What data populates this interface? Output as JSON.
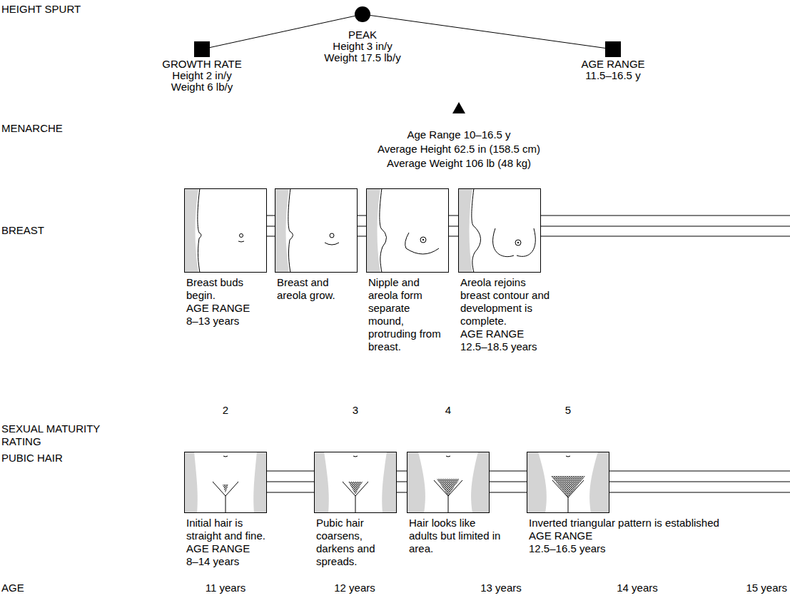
{
  "diagram": {
    "nodes": [
      {
        "text": [
          "GROWTH RATE",
          "Height 2 in/y",
          "Weight 6 lb/y"
        ]
      },
      {
        "text": [
          "PEAK",
          "Height 3 in/y",
          "Weight 17.5 lb/y"
        ]
      },
      {
        "text": [
          "AGE RANGE",
          "11.5–16.5 y"
        ]
      },
      {
        "text": [
          "Age Range 10–16.5 y",
          "Average Height 62.5 in (158.5 cm)",
          "Average Weight 106 lb (48 kg)"
        ]
      },
      {
        "text": [
          "Breast buds begin.",
          "AGE RANGE",
          "8–13 years"
        ]
      },
      {
        "text": [
          "Breast and areola grow."
        ]
      },
      {
        "text": [
          "Nipple and areola form separate mound, protruding from breast."
        ]
      },
      {
        "text": [
          "Areola rejoins breast contour and development is complete.",
          "AGE RANGE",
          "12.5–18.5 years"
        ]
      },
      {
        "text": [
          "Initial hair is straight and fine.",
          "AGE RANGE",
          "8–14 years"
        ]
      },
      {
        "text": [
          "Pubic hair coarsens, darkens and spreads."
        ]
      },
      {
        "text": [
          "Hair looks like adults but limited in area."
        ]
      },
      {
        "text": [
          "Inverted triangular pattern is established",
          "AGE RANGE",
          "12.5–16.5 years"
        ]
      }
    ],
    "edges": [
      {
        "from": 0,
        "to": 1,
        "arrow": "none"
      },
      {
        "from": 1,
        "to": 2,
        "arrow": "none"
      },
      {
        "from": 4,
        "to": 5,
        "arrow": "none"
      },
      {
        "from": 5,
        "to": 6,
        "arrow": "none"
      },
      {
        "from": 6,
        "to": 7,
        "arrow": "none"
      },
      {
        "from": 8,
        "to": 9,
        "arrow": "none"
      },
      {
        "from": 9,
        "to": 10,
        "arrow": "none"
      },
      {
        "from": 10,
        "to": 11,
        "arrow": "none"
      }
    ],
    "labels": [
      "HEIGHT SPURT",
      "MENARCHE",
      "BREAST",
      "SEXUAL MATURITY RATING",
      "PUBIC HAIR",
      "2",
      "3",
      "4",
      "5",
      "AGE",
      "11 years",
      "12 years",
      "13 years",
      "14 years",
      "15 years"
    ]
  }
}
